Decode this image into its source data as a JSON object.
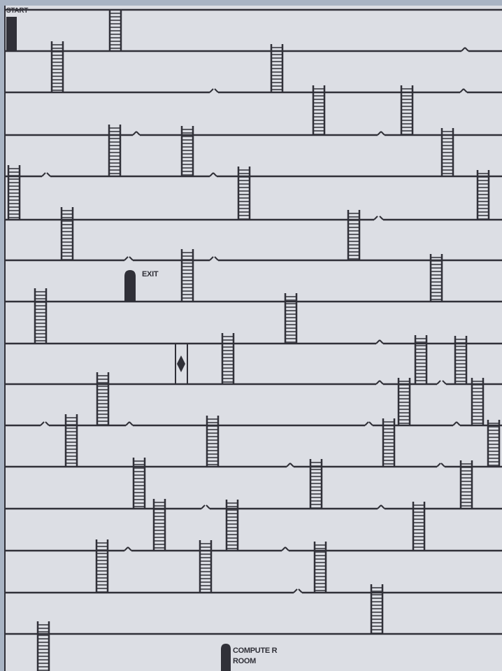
{
  "labels": {
    "start": "START",
    "exit": "EXIT",
    "computer_room_line1": "COMPUTE R",
    "computer_room_line2": "ROOM"
  },
  "colors": {
    "background": "#dcdee4",
    "ink": "#303038",
    "frame": "#a9b4c4"
  }
}
